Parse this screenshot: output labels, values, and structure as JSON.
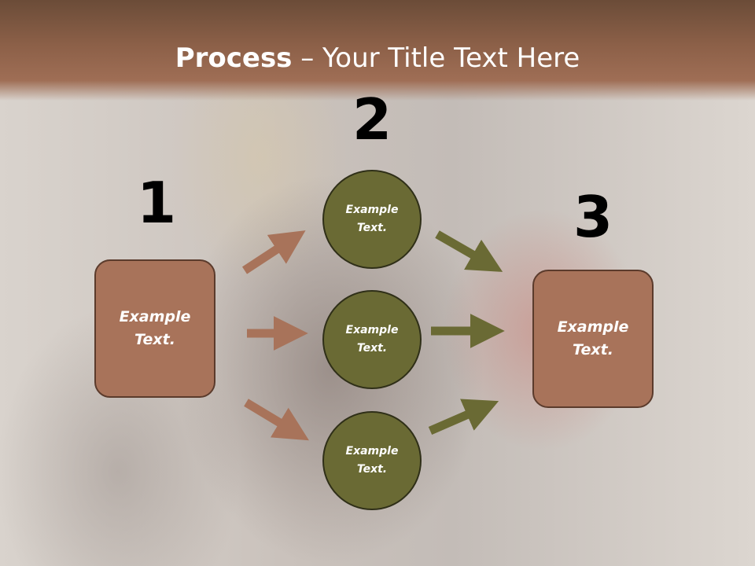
{
  "title": {
    "bold": "Process",
    "rest": " – Your Title Text Here"
  },
  "steps": [
    {
      "number": "1",
      "box": {
        "label": "Example\nText."
      }
    },
    {
      "number": "2",
      "circles": [
        {
          "label": "Example\nText."
        },
        {
          "label": "Example\nText."
        },
        {
          "label": "Example\nText."
        }
      ]
    },
    {
      "number": "3",
      "box": {
        "label": "Example\nText."
      }
    }
  ],
  "colors": {
    "header": "#9f6e55",
    "box_fill": "#a8735a",
    "circle_fill": "#6a6a34",
    "arrow_brown": "#a8735a",
    "arrow_olive": "#6a6a34"
  }
}
